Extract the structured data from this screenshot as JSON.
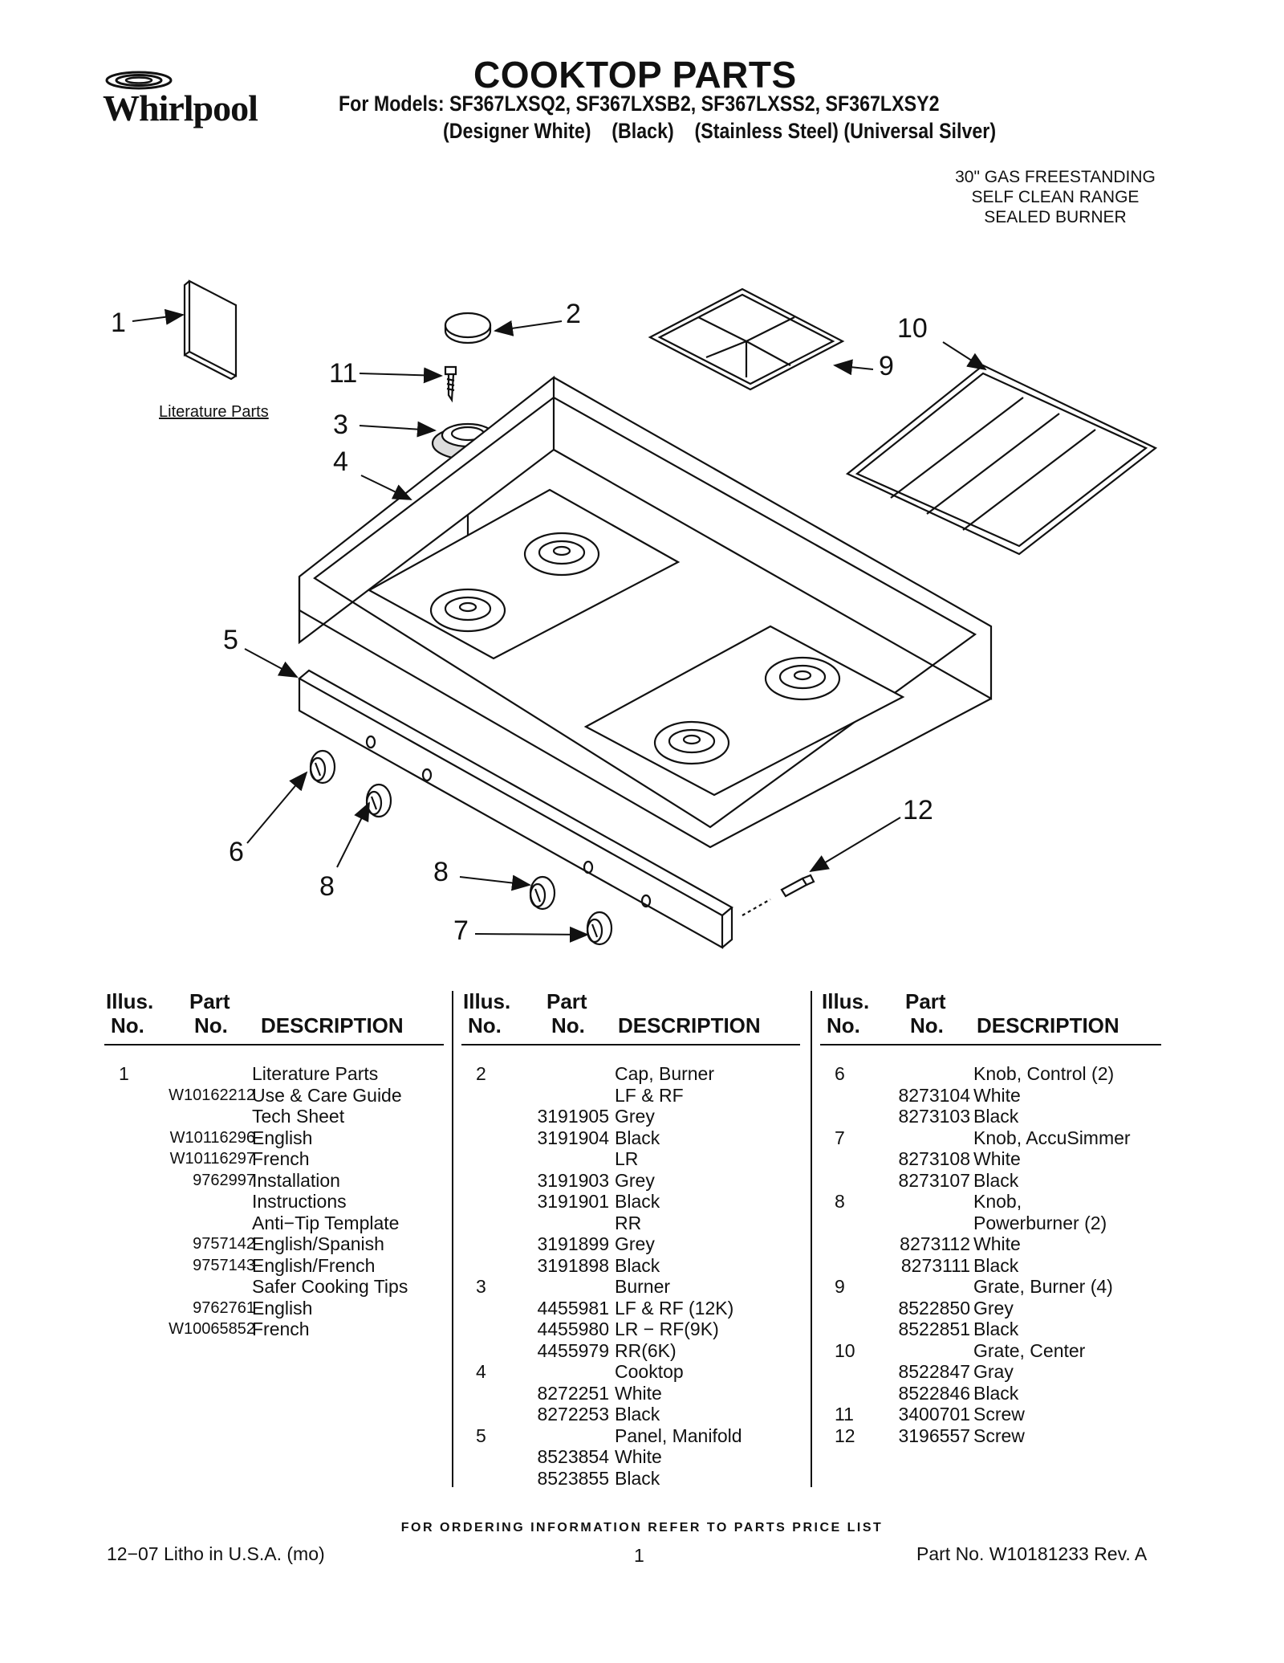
{
  "header": {
    "brand": "Whirlpool",
    "title": "COOKTOP PARTS",
    "models": "For Models: SF367LXSQ2, SF367LXSB2, SF367LXSS2, SF367LXSY2",
    "colors": "(Designer White)    (Black)    (Stainless Steel) (Universal Silver)",
    "subtitle": [
      "30\" GAS FREESTANDING",
      "SELF CLEAN RANGE",
      "SEALED BURNER"
    ]
  },
  "diagram": {
    "literature_label": "Literature Parts",
    "callouts": [
      "1",
      "2",
      "11",
      "3",
      "4",
      "10",
      "9",
      "5",
      "6",
      "8",
      "8",
      "7",
      "12"
    ]
  },
  "table_headers": {
    "illus_line1": "Illus.",
    "illus_line2": "No.",
    "part_line1": "Part",
    "part_line2": "No.",
    "description": "DESCRIPTION"
  },
  "columns": [
    [
      {
        "illus": "1",
        "part": "",
        "desc": "Literature Parts"
      },
      {
        "illus": "",
        "part": "W10162212",
        "desc": "Use & Care Guide"
      },
      {
        "illus": "",
        "part": "",
        "desc": "Tech Sheet"
      },
      {
        "illus": "",
        "part": "W10116296",
        "desc": "English"
      },
      {
        "illus": "",
        "part": "W10116297",
        "desc": "French"
      },
      {
        "illus": "",
        "part": "9762997",
        "desc": "Installation"
      },
      {
        "illus": "",
        "part": "",
        "desc": "Instructions"
      },
      {
        "illus": "",
        "part": "",
        "desc": "Anti−Tip Template"
      },
      {
        "illus": "",
        "part": "9757142",
        "desc": "English/Spanish"
      },
      {
        "illus": "",
        "part": "9757143",
        "desc": "English/French"
      },
      {
        "illus": "",
        "part": "",
        "desc": "Safer Cooking Tips"
      },
      {
        "illus": "",
        "part": "9762761",
        "desc": "English"
      },
      {
        "illus": "",
        "part": "W10065852",
        "desc": "French"
      }
    ],
    [
      {
        "illus": "2",
        "part": "",
        "desc": "Cap, Burner"
      },
      {
        "illus": "",
        "part": "",
        "desc": "LF & RF"
      },
      {
        "illus": "",
        "part": "3191905",
        "desc": "Grey"
      },
      {
        "illus": "",
        "part": "3191904",
        "desc": "Black"
      },
      {
        "illus": "",
        "part": "",
        "desc": "LR"
      },
      {
        "illus": "",
        "part": "3191903",
        "desc": "Grey"
      },
      {
        "illus": "",
        "part": "3191901",
        "desc": "Black"
      },
      {
        "illus": "",
        "part": "",
        "desc": "RR"
      },
      {
        "illus": "",
        "part": "3191899",
        "desc": "Grey"
      },
      {
        "illus": "",
        "part": "3191898",
        "desc": "Black"
      },
      {
        "illus": "3",
        "part": "",
        "desc": "Burner"
      },
      {
        "illus": "",
        "part": "4455981",
        "desc": "LF & RF (12K)"
      },
      {
        "illus": "",
        "part": "4455980",
        "desc": "LR − RF(9K)"
      },
      {
        "illus": "",
        "part": "4455979",
        "desc": "RR(6K)"
      },
      {
        "illus": "4",
        "part": "",
        "desc": "Cooktop"
      },
      {
        "illus": "",
        "part": "8272251",
        "desc": "White"
      },
      {
        "illus": "",
        "part": "8272253",
        "desc": "Black"
      },
      {
        "illus": "5",
        "part": "",
        "desc": "Panel, Manifold"
      },
      {
        "illus": "",
        "part": "8523854",
        "desc": "White"
      },
      {
        "illus": "",
        "part": "8523855",
        "desc": "Black"
      }
    ],
    [
      {
        "illus": "6",
        "part": "",
        "desc": "Knob, Control (2)"
      },
      {
        "illus": "",
        "part": "8273104",
        "desc": "White"
      },
      {
        "illus": "",
        "part": "8273103",
        "desc": "Black"
      },
      {
        "illus": "7",
        "part": "",
        "desc": "Knob, AccuSimmer"
      },
      {
        "illus": "",
        "part": "8273108",
        "desc": "White"
      },
      {
        "illus": "",
        "part": "8273107",
        "desc": "Black"
      },
      {
        "illus": "8",
        "part": "",
        "desc": "Knob,"
      },
      {
        "illus": "",
        "part": "",
        "desc": "Powerburner (2)"
      },
      {
        "illus": "",
        "part": "8273112",
        "desc": "White"
      },
      {
        "illus": "",
        "part": "8273111",
        "desc": "Black"
      },
      {
        "illus": "9",
        "part": "",
        "desc": "Grate, Burner (4)"
      },
      {
        "illus": "",
        "part": "8522850",
        "desc": "Grey"
      },
      {
        "illus": "",
        "part": "8522851",
        "desc": "Black"
      },
      {
        "illus": "10",
        "part": "",
        "desc": "Grate, Center"
      },
      {
        "illus": "",
        "part": "8522847",
        "desc": "Gray"
      },
      {
        "illus": "",
        "part": "8522846",
        "desc": "Black"
      },
      {
        "illus": "11",
        "part": "3400701",
        "desc": "Screw"
      },
      {
        "illus": "12",
        "part": "3196557",
        "desc": "Screw"
      }
    ]
  ],
  "footer": {
    "ordering_note": "FOR ORDERING INFORMATION REFER TO PARTS PRICE LIST",
    "litho": "12−07 Litho in U.S.A. (mo)",
    "page": "1",
    "part_no": "Part No. W10181233 Rev. A"
  }
}
